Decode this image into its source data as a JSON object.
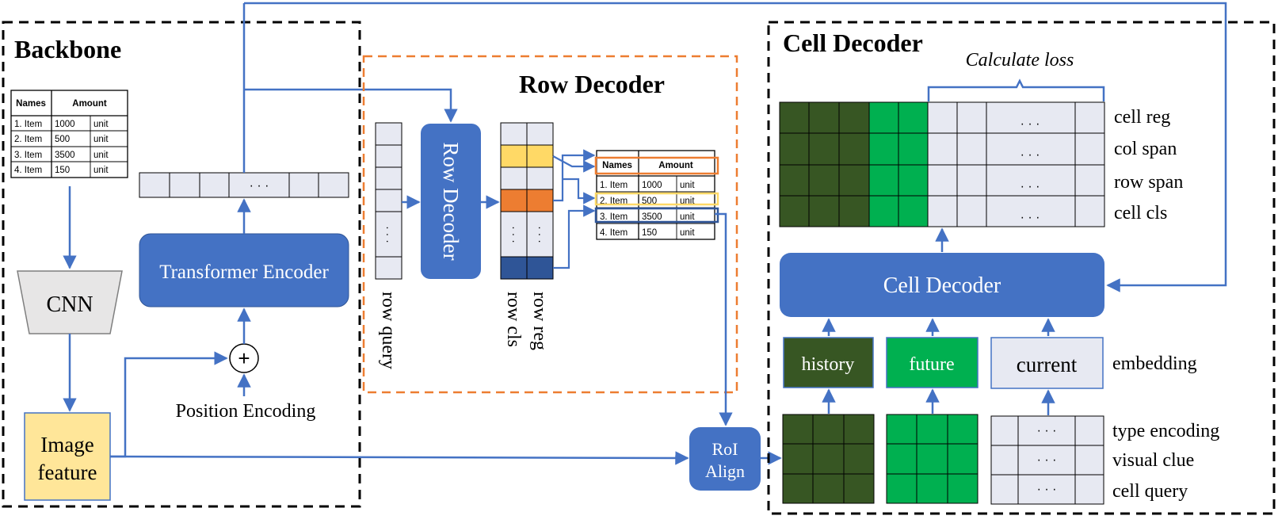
{
  "backbone": {
    "title": "Backbone",
    "cnn": "CNN",
    "image_feature_line1": "Image",
    "image_feature_line2": "feature",
    "transformer": "Transformer Encoder",
    "plus": "+",
    "position_encoding": "Position Encoding",
    "token_ellipsis": "· · ·"
  },
  "input_table": {
    "headers": [
      "Names",
      "Amount"
    ],
    "rows": [
      [
        "1.  Item",
        "1000",
        "unit"
      ],
      [
        "2.  Item",
        "500",
        "unit"
      ],
      [
        "3.  Item",
        "3500",
        "unit"
      ],
      [
        "4.  Item",
        "150",
        "unit"
      ]
    ]
  },
  "row_decoder": {
    "title": "Row Decoder",
    "block_label": "Row Decoder",
    "row_query": "row query",
    "row_cls": "row cls",
    "row_reg": "row reg",
    "vdots": "· · ·"
  },
  "output_table": {
    "headers": [
      "Names",
      "Amount"
    ],
    "rows": [
      [
        "1.  Item",
        "1000",
        "unit"
      ],
      [
        "2.  Item",
        "500",
        "unit"
      ],
      [
        "3.  Item",
        "3500",
        "unit"
      ],
      [
        "4.  Item",
        "150",
        "unit"
      ]
    ]
  },
  "roi": {
    "line1": "RoI",
    "line2": "Align"
  },
  "cell_decoder": {
    "title": "Cell Decoder",
    "calculate_loss": "Calculate loss",
    "block_label": "Cell Decoder",
    "output_labels": [
      "cell reg",
      "col span",
      "row span",
      "cell cls"
    ],
    "history": "history",
    "future": "future",
    "current": "current",
    "embedding": "embedding",
    "input_labels": [
      "type encoding",
      "visual clue",
      "cell query"
    ],
    "ellipsis": "· · ·"
  },
  "colors": {
    "blue": "#4472C4",
    "dark_green": "#375623",
    "green": "#00B050",
    "light": "#E7E9F2",
    "yellow_feature": "#FFE699",
    "yellow_row": "#FFD966",
    "orange": "#ED7D31",
    "navy": "#2F5597",
    "cnn_gray": "#E7E6E6",
    "dash": "#000000",
    "orange_dash": "#ED7D31"
  }
}
